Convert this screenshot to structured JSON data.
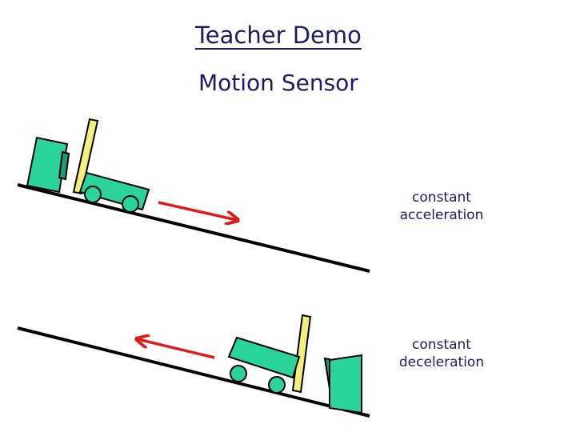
{
  "title": "Teacher Demo",
  "subtitle": "Motion Sensor",
  "scenes": [
    {
      "label_line1": "constant",
      "label_line2": "acceleration"
    },
    {
      "label_line1": "constant",
      "label_line2": "deceleration"
    }
  ],
  "colors": {
    "text": "#1f1a66",
    "ramp": "#000000",
    "arrow": "#e01b1b",
    "cart": "#2bd49a",
    "flag": "#f2ef7a"
  }
}
